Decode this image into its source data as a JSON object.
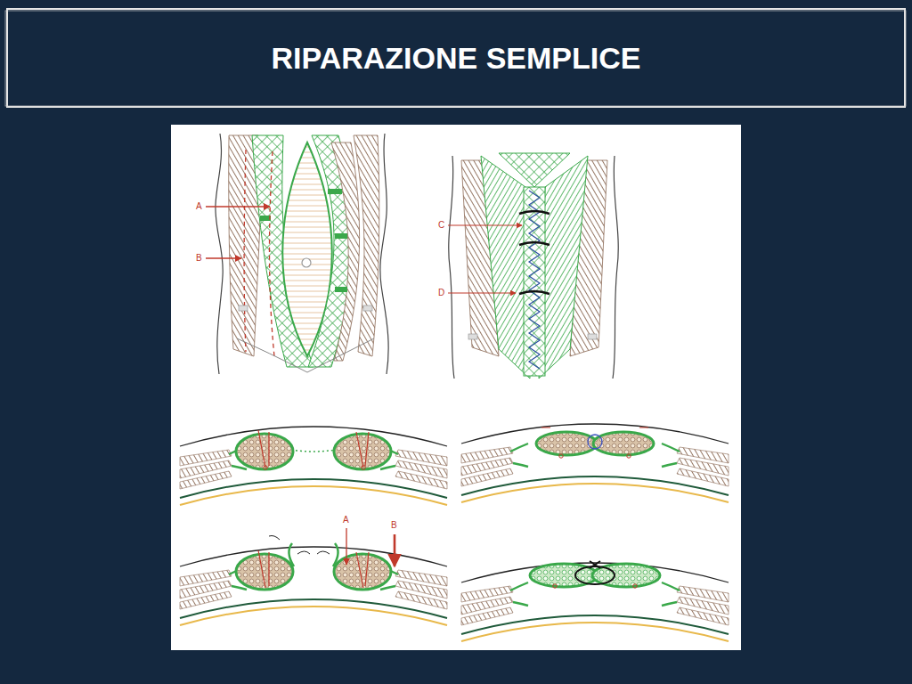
{
  "diagram": {
    "title": "RIPARAZIONE SEMPLICE",
    "labels": [
      "A",
      "B",
      "C",
      "D",
      "A",
      "B"
    ]
  }
}
